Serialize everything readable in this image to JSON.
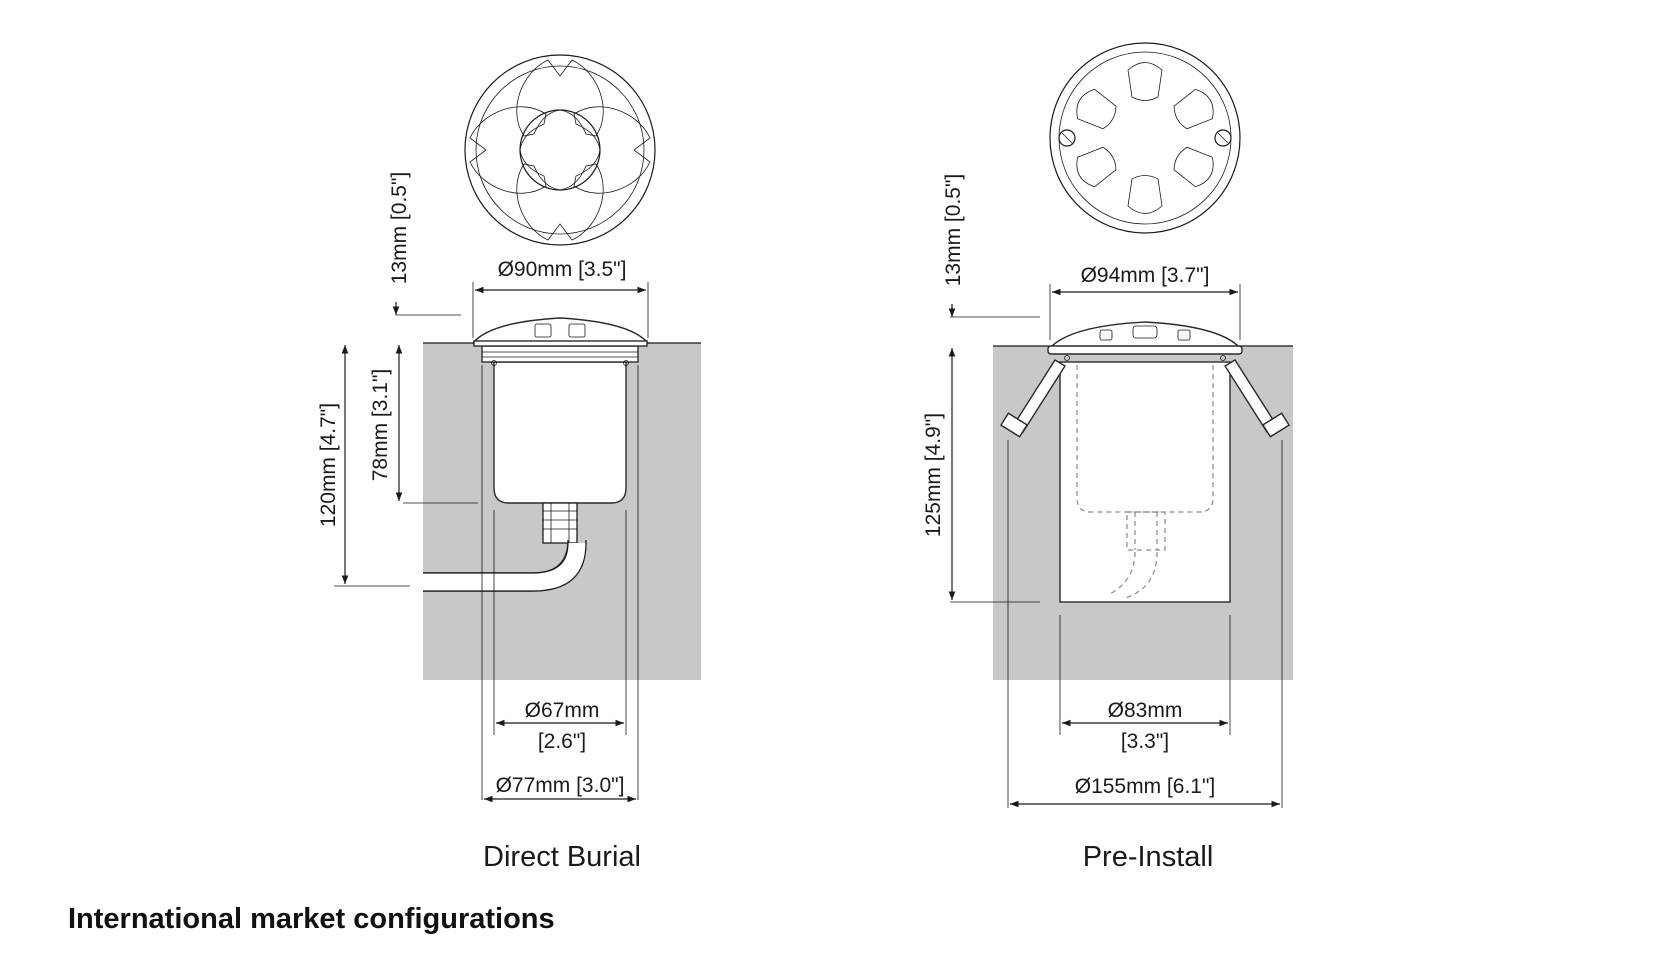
{
  "colors": {
    "ground": "#c8c8c8",
    "line": "#1a1a1a",
    "part_fill": "#ffffff",
    "hidden": "#8a8a8a"
  },
  "direct_burial": {
    "caption": "Direct Burial",
    "top_height": "13mm [0.5\"]",
    "cap_diameter": "Ø90mm [3.5\"]",
    "total_height": "120mm [4.7\"]",
    "body_height": "78mm [3.1\"]",
    "inner_diameter_mm": "Ø67mm",
    "inner_diameter_in": "[2.6\"]",
    "outer_diameter": "Ø77mm [3.0\"]"
  },
  "pre_install": {
    "caption": "Pre-Install",
    "top_height": "13mm [0.5\"]",
    "cap_diameter": "Ø94mm [3.7\"]",
    "total_height": "125mm [4.9\"]",
    "sleeve_diameter_mm": "Ø83mm",
    "sleeve_diameter_in": "[3.3\"]",
    "span_diameter": "Ø155mm [6.1\"]"
  },
  "footer": {
    "heading": "International market configurations"
  }
}
